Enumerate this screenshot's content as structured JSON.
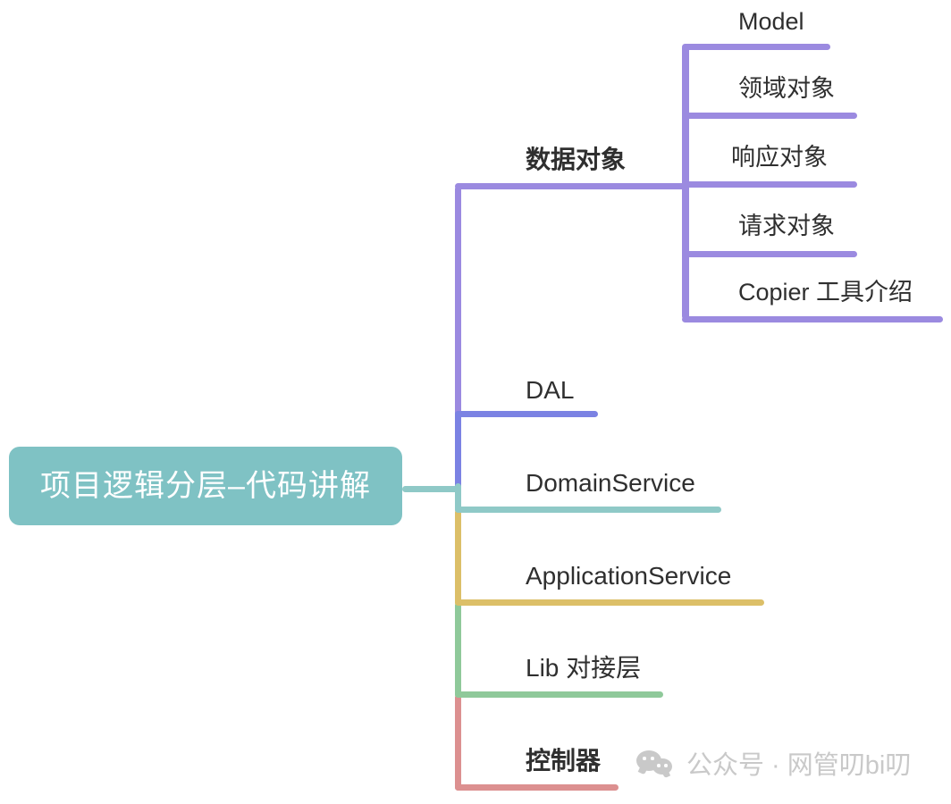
{
  "diagram": {
    "type": "mindmap",
    "title": "项目逻辑分层–代码讲解",
    "root": {
      "label": "项目逻辑分层–代码讲解",
      "fill_color": "#7fc2c4",
      "text_color": "#ffffff"
    },
    "branches": [
      {
        "label": "数据对象",
        "color": "#9b8ae0",
        "bold": true,
        "children": [
          {
            "label": "Model",
            "color": "#9b8ae0"
          },
          {
            "label": "领域对象",
            "color": "#9b8ae0"
          },
          {
            "label": "响应对象",
            "color": "#9b8ae0"
          },
          {
            "label": "请求对象",
            "color": "#9b8ae0"
          },
          {
            "label": "Copier 工具介绍",
            "color": "#9b8ae0"
          }
        ]
      },
      {
        "label": "DAL",
        "color": "#7b82e3",
        "bold": false,
        "children": []
      },
      {
        "label": "DomainService",
        "color": "#8fc9c7",
        "bold": false,
        "children": []
      },
      {
        "label": "ApplicationService",
        "color": "#dcbf68",
        "bold": false,
        "children": []
      },
      {
        "label": "Lib 对接层",
        "color": "#8fc99a",
        "bold": false,
        "children": []
      },
      {
        "label": "控制器",
        "color": "#dc9090",
        "bold": true,
        "children": []
      }
    ]
  },
  "watermark": {
    "icon": "wechat-icon",
    "text": "公众号 · 网管叨bi叨",
    "color": "#c9c9c9"
  }
}
